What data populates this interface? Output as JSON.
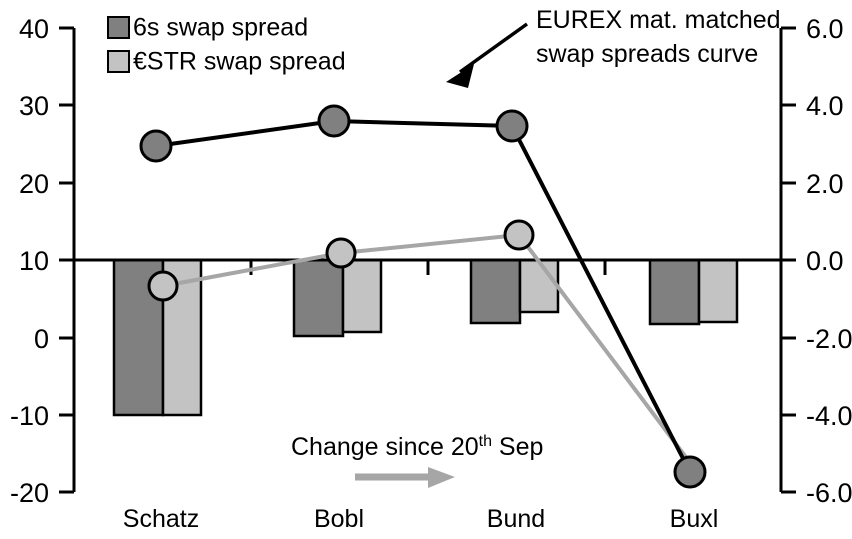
{
  "chart_data": {
    "type": "bar",
    "title": "",
    "subtitle": "",
    "categories": [
      "Schatz",
      "Bobl",
      "Bund",
      "Buxl"
    ],
    "xlabel": "",
    "ylabel": "",
    "grid": false,
    "legend_position": "top-left",
    "left_axis": {
      "label": "",
      "ylim": [
        -20,
        40
      ],
      "ticks": [
        40,
        30,
        20,
        10,
        0,
        -10,
        -20
      ],
      "tick_labels": [
        "40",
        "30",
        "20",
        "10",
        "0",
        "-10",
        "-20"
      ],
      "applies_to": [
        "EUREX mat. matched swap spreads curve"
      ]
    },
    "right_axis": {
      "label": "",
      "ylim": [
        -6.0,
        6.0
      ],
      "ticks": [
        6.0,
        4.0,
        2.0,
        0.0,
        -2.0,
        -4.0,
        -6.0
      ],
      "tick_labels": [
        "6.0",
        "4.0",
        "2.0",
        "0.0",
        "-2.0",
        "-4.0",
        "-6.0"
      ],
      "applies_to": [
        "6s swap spread",
        "€STR swap spread"
      ]
    },
    "bar_series": [
      {
        "name": "6s swap spread",
        "axis": "right",
        "color": "#808080",
        "values": [
          -4.0,
          -1.95,
          -1.0,
          -1.63
        ]
      },
      {
        "name": "€STR swap spread",
        "axis": "right",
        "color": "#c3c3c3",
        "values": [
          -4.0,
          -1.85,
          -0.8,
          -1.6
        ]
      }
    ],
    "line_series": [
      {
        "name": "EUREX mat. matched swap spreads curve",
        "axis": "left",
        "color": "#000000",
        "marker_fill": "#808080",
        "values": [
          24.6,
          28.0,
          27.3,
          -18.0
        ]
      },
      {
        "name": "Change since 20th Sep",
        "axis": "left",
        "color": "#a6a6a6",
        "marker_fill": "#c3c3c3",
        "values": [
          6.1,
          10.5,
          12.7,
          -18.0
        ],
        "last_marker_hidden": true
      }
    ]
  },
  "legend": {
    "items": [
      {
        "label": "6s swap spread",
        "color": "#808080"
      },
      {
        "label": "€STR swap spread",
        "color": "#c3c3c3"
      }
    ]
  },
  "annotations": {
    "callout": {
      "line1": "EUREX mat. matched",
      "line2": "swap spreads curve"
    },
    "change_note": {
      "text_before": "Change since 20",
      "superscript": "th",
      "text_after": " Sep"
    }
  },
  "axis_left": {
    "t0": "40",
    "t1": "30",
    "t2": "20",
    "t3": "10",
    "t4": "0",
    "t5": "-10",
    "t6": "-20"
  },
  "axis_right": {
    "t0": "6.0",
    "t1": "4.0",
    "t2": "2.0",
    "t3": "0.0",
    "t4": "-2.0",
    "t5": "-4.0",
    "t6": "-6.0"
  },
  "categories": {
    "c0": "Schatz",
    "c1": "Bobl",
    "c2": "Bund",
    "c3": "Buxl"
  }
}
